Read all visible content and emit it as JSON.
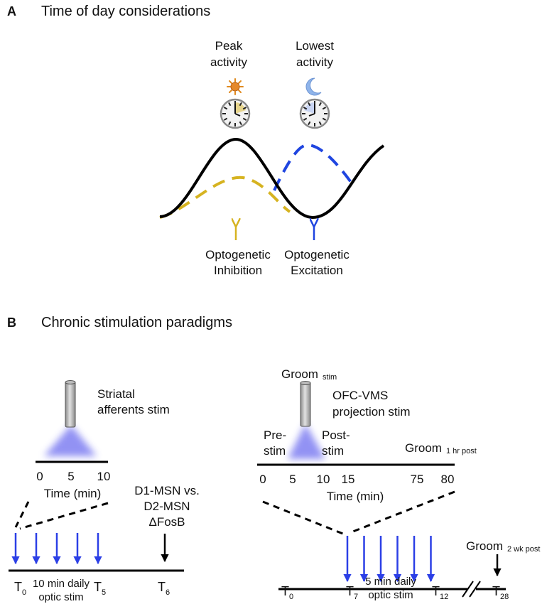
{
  "panel_a": {
    "letter": "A",
    "title": "Time of day considerations",
    "peak_label": [
      "Peak",
      "activity"
    ],
    "lowest_label": [
      "Lowest",
      "activity"
    ],
    "inhibition_label": [
      "Optogenetic",
      "Inhibition"
    ],
    "excitation_label": [
      "Optogenetic",
      "Excitation"
    ],
    "icons": [
      "sun-icon",
      "moon-icon",
      "clock-icon"
    ],
    "colors": {
      "inhibition": "#d6b320",
      "excitation": "#1f45e0",
      "sun": "#e08a1e",
      "moon": "#8fb4ea"
    }
  },
  "panel_b": {
    "letter": "B",
    "title": "Chronic stimulation paradigms",
    "left": {
      "stim_label": [
        "Striatal",
        "afferents stim"
      ],
      "ticks": [
        "0",
        "5",
        "10"
      ],
      "axis_label": "Time (min)",
      "measure_label": [
        "D1-MSN vs.",
        "D2-MSN",
        "ΔFosB"
      ],
      "timeline": [
        {
          "base": "T",
          "sub": "0"
        },
        {
          "base": "T",
          "sub": "5"
        },
        {
          "base": "T",
          "sub": "6"
        }
      ],
      "between_label": [
        "10 min daily",
        "optic stim"
      ],
      "arrow_count": 5
    },
    "right": {
      "groom_stim": {
        "main": "Groom",
        "sub": "stim"
      },
      "projection_label": [
        "OFC-VMS",
        "projection stim"
      ],
      "pre_label": [
        "Pre-",
        "stim"
      ],
      "post_label": [
        "Post-",
        "stim"
      ],
      "groom_post": {
        "main": "Groom",
        "sub": "1 hr post"
      },
      "ticks": [
        "0",
        "5",
        "10",
        "15",
        "75",
        "80"
      ],
      "axis_label": "Time (min)",
      "groom_2wk": {
        "main": "Groom",
        "sub": "2 wk post"
      },
      "timeline": [
        {
          "base": "T",
          "sub": "0"
        },
        {
          "base": "T",
          "sub": "7"
        },
        {
          "base": "T",
          "sub": "12"
        },
        {
          "base": "T",
          "sub": "28"
        }
      ],
      "between_label": [
        "5 min daily",
        "optic stim"
      ],
      "arrow_count": 6
    },
    "colors": {
      "arrow": "#2b3fe6",
      "light": "#7f7ff2"
    }
  }
}
